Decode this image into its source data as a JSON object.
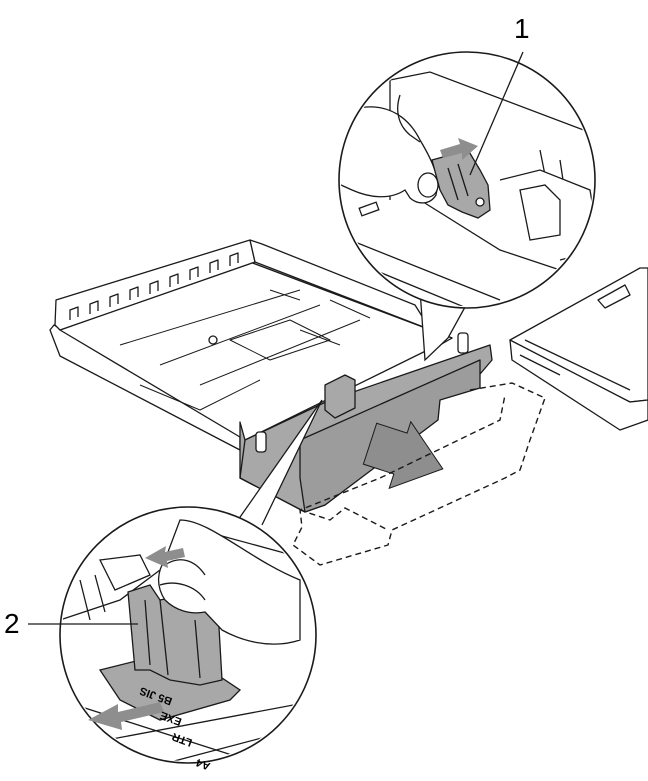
{
  "callouts": {
    "one": "1",
    "two": "2"
  },
  "size_labels": {
    "a4": "A4",
    "ltr": "LTR",
    "exe": "EXE",
    "b5": "B5 JIS"
  },
  "colors": {
    "tray_gray": "#a8a8a8",
    "tray_dark": "#8c8c8c",
    "arrow_gray": "#8e8e8e",
    "line": "#1a1a1a"
  }
}
